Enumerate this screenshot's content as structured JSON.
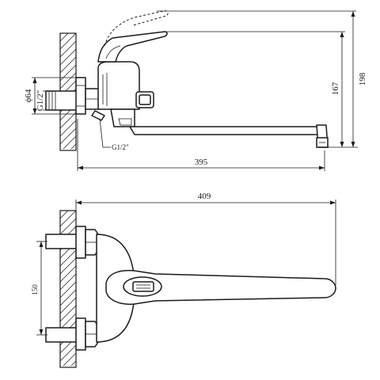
{
  "side_view": {
    "dim_height_total": "198",
    "dim_height_spout": "167",
    "dim_length_spout": "395",
    "dim_flange_diameter": "ϕ64",
    "dim_thread_inlet": "G1/2\"",
    "dim_thread_outlet": "G1/2\""
  },
  "top_view": {
    "dim_total_length": "409",
    "dim_inlet_spacing": "150"
  }
}
